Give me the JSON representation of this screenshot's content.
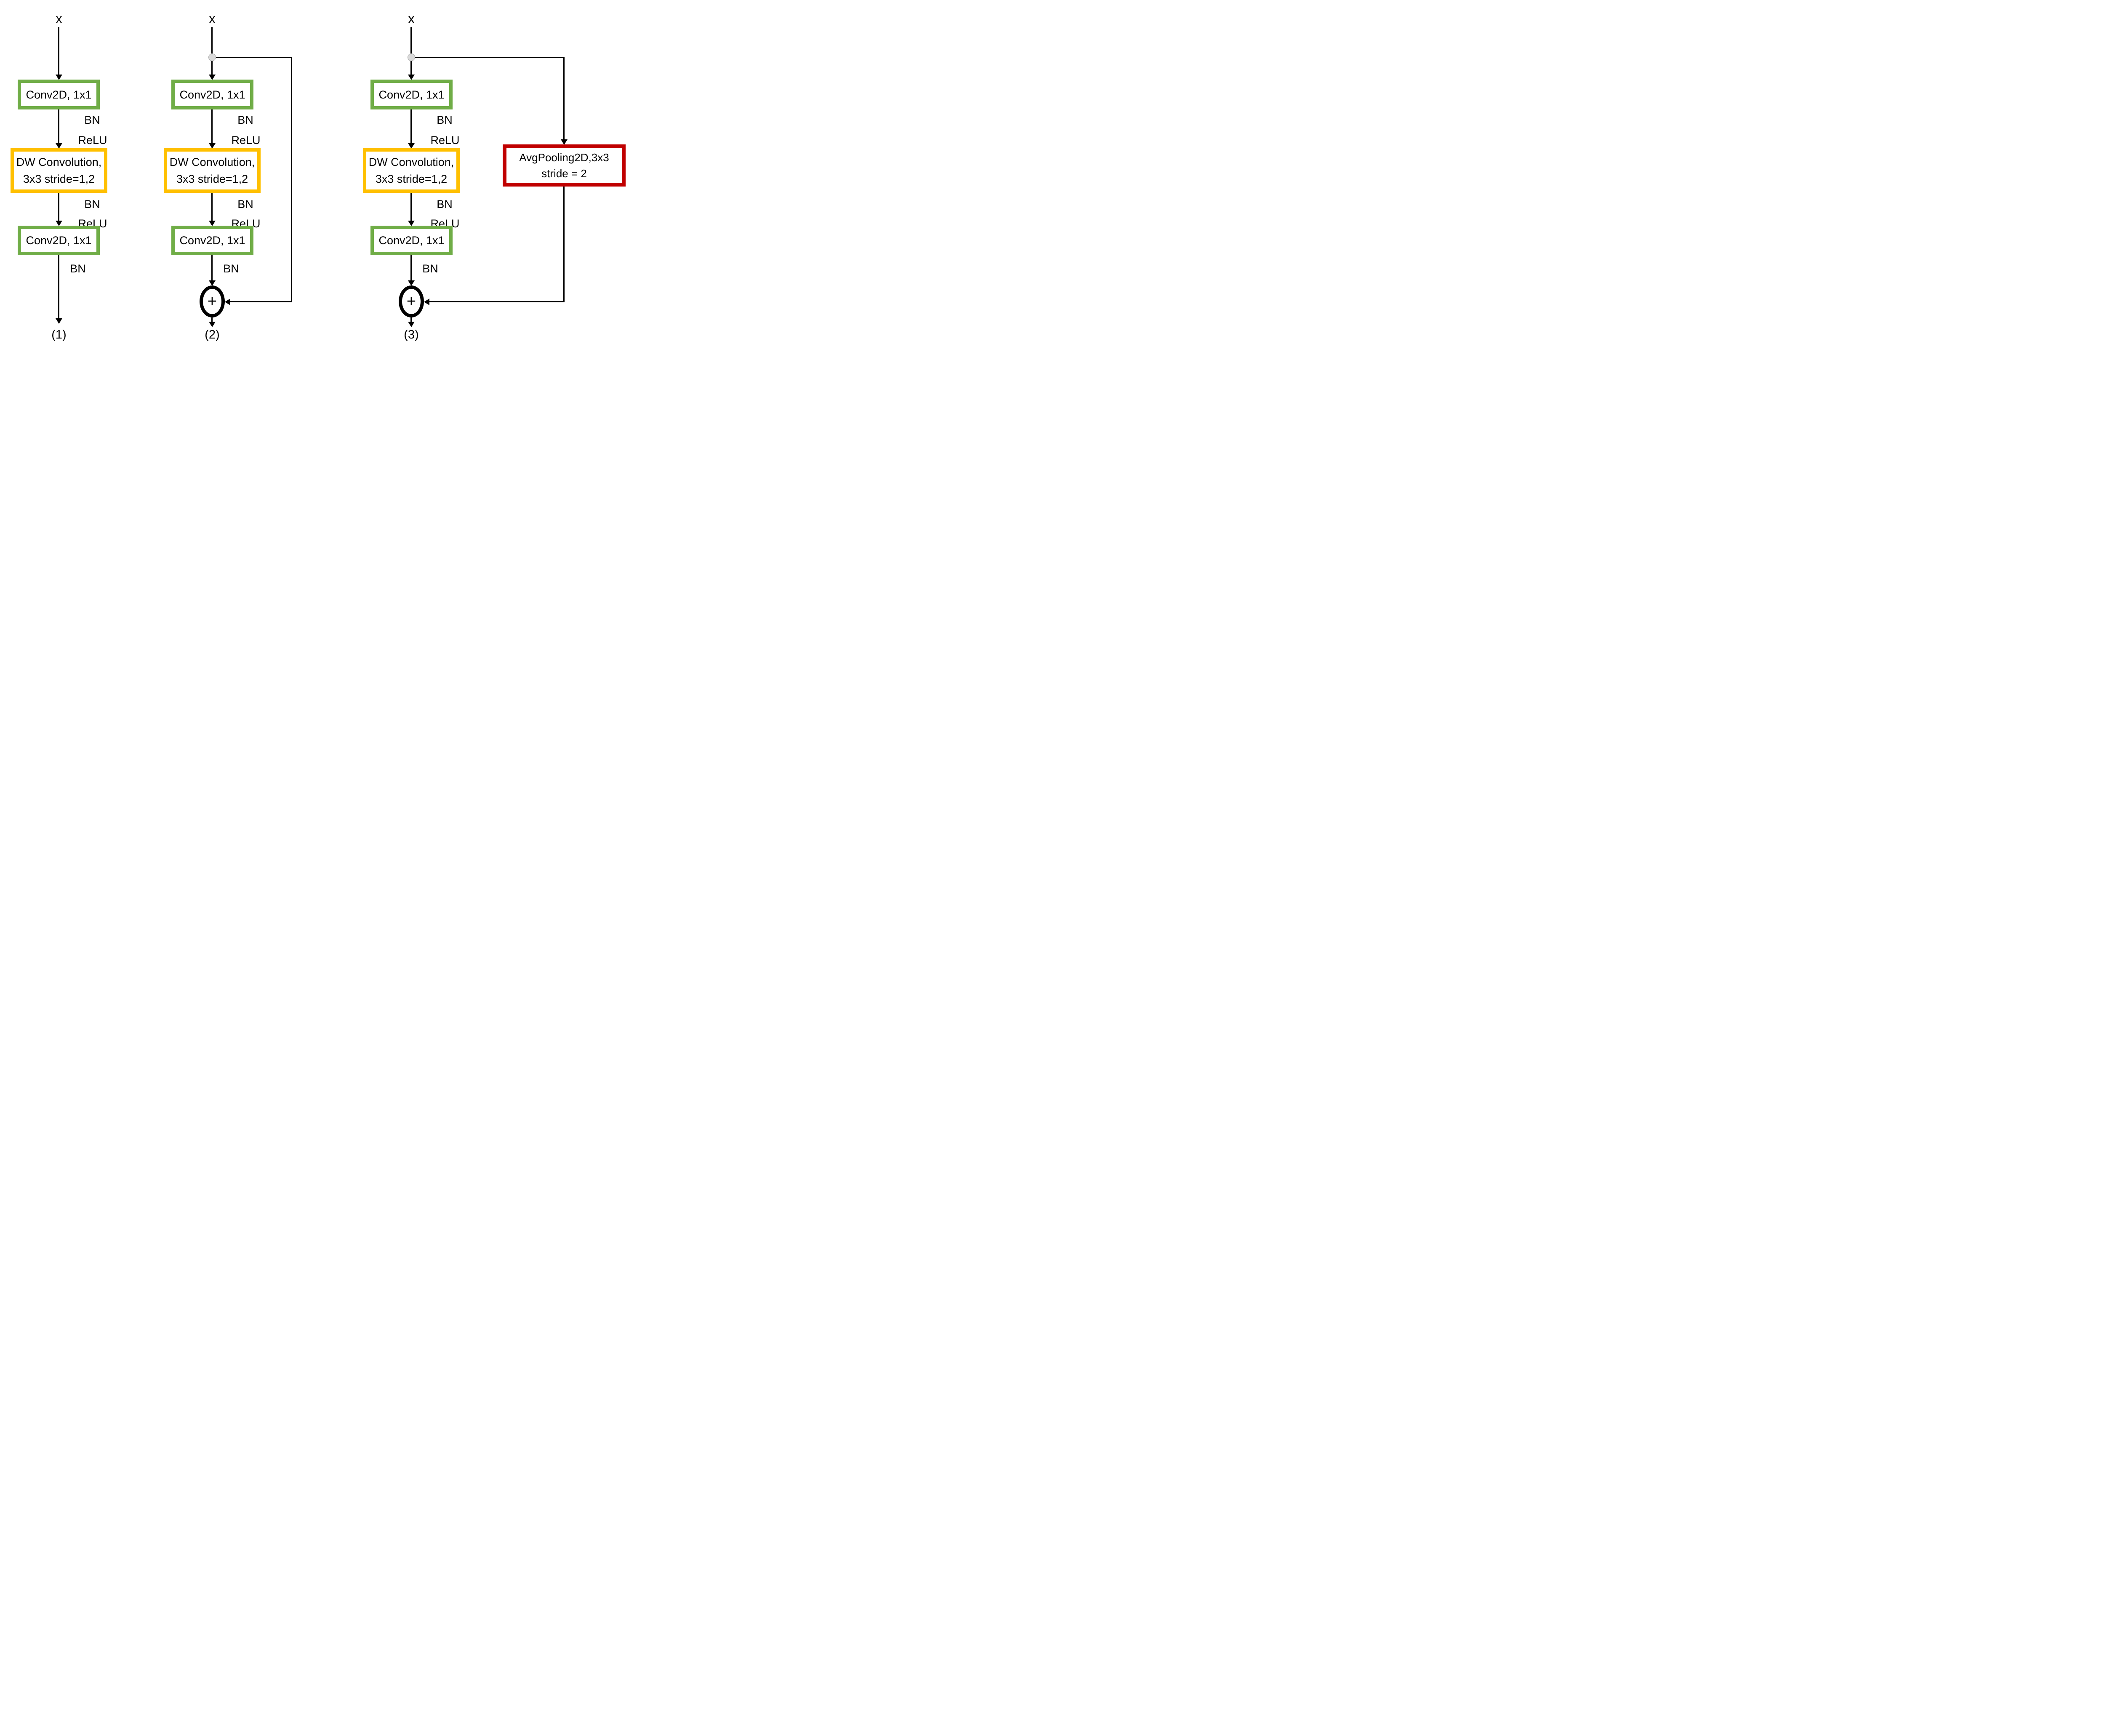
{
  "colors": {
    "conv_border": "#70AD47",
    "dw_border": "#FFC000",
    "pool_border": "#C00000",
    "junction_fill": "#D9D9D9",
    "line": "#000000"
  },
  "diagrams": [
    {
      "input_label": "x",
      "conv1": "Conv2D, 1x1",
      "bn1": "BN",
      "relu1": "ReLU",
      "dw_line1": "DW Convolution,",
      "dw_line2": "3x3 stride=1,2",
      "bn2": "BN",
      "relu2": "ReLU",
      "conv2": "Conv2D, 1x1",
      "bn3": "BN",
      "caption": "(1)"
    },
    {
      "input_label": "x",
      "conv1": "Conv2D, 1x1",
      "bn1": "BN",
      "relu1": "ReLU",
      "dw_line1": "DW Convolution,",
      "dw_line2": "3x3 stride=1,2",
      "bn2": "BN",
      "relu2": "ReLU",
      "conv2": "Conv2D, 1x1",
      "bn3": "BN",
      "add_symbol": "+",
      "caption": "(2)"
    },
    {
      "input_label": "x",
      "conv1": "Conv2D, 1x1",
      "bn1": "BN",
      "relu1": "ReLU",
      "dw_line1": "DW Convolution,",
      "dw_line2": "3x3 stride=1,2",
      "bn2": "BN",
      "relu2": "ReLU",
      "conv2": "Conv2D, 1x1",
      "bn3": "BN",
      "pool_line1": "AvgPooling2D,3x3",
      "pool_line2": "stride = 2",
      "add_symbol": "+",
      "caption": "(3)"
    }
  ]
}
